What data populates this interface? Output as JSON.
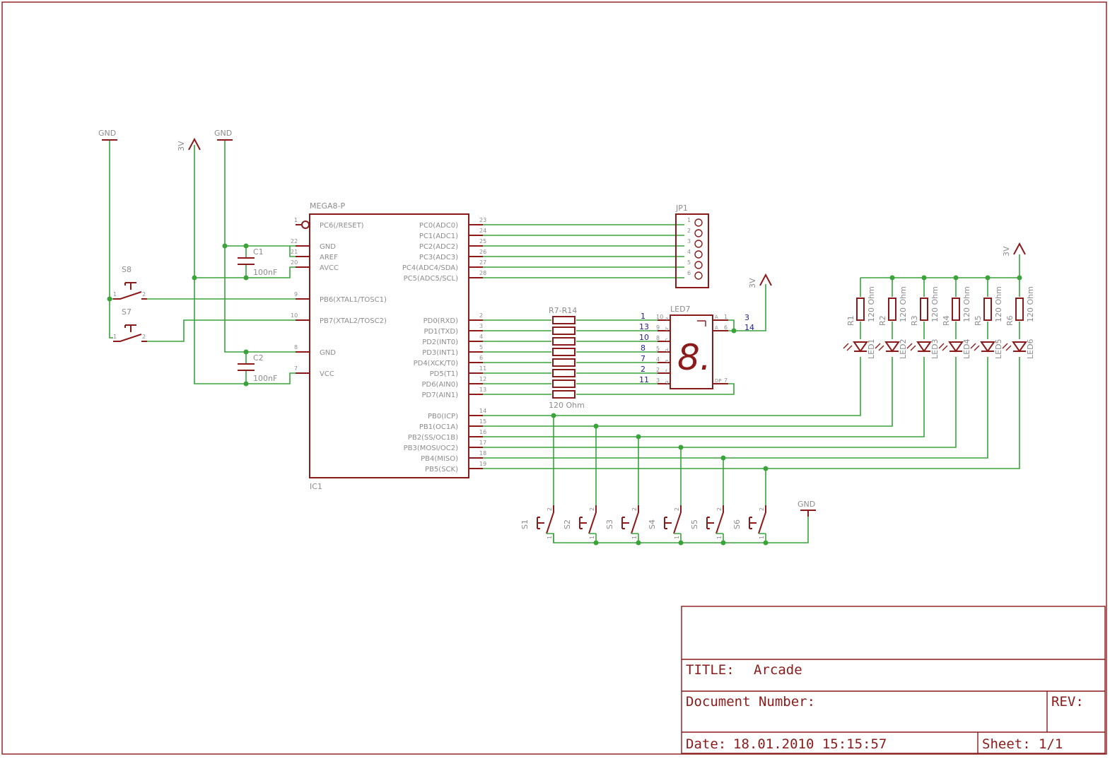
{
  "ic": {
    "name": "IC1",
    "value": "MEGA8-P"
  },
  "ic_left_pins": [
    {
      "num": "1",
      "name": "PC6(/RESET)"
    },
    {
      "num": "22",
      "name": "GND"
    },
    {
      "num": "21",
      "name": "AREF"
    },
    {
      "num": "20",
      "name": "AVCC"
    },
    {
      "num": "9",
      "name": "PB6(XTAL1/TOSC1)"
    },
    {
      "num": "10",
      "name": "PB7(XTAL2/TOSC2)"
    },
    {
      "num": "8",
      "name": "GND"
    },
    {
      "num": "7",
      "name": "VCC"
    }
  ],
  "ic_right_pins": [
    {
      "num": "23",
      "name": "PC0(ADC0)"
    },
    {
      "num": "24",
      "name": "PC1(ADC1)"
    },
    {
      "num": "25",
      "name": "PC2(ADC2)"
    },
    {
      "num": "26",
      "name": "PC3(ADC3)"
    },
    {
      "num": "27",
      "name": "PC4(ADC4/SDA)"
    },
    {
      "num": "28",
      "name": "PC5(ADC5/SCL)"
    },
    {
      "num": "2",
      "name": "PD0(RXD)"
    },
    {
      "num": "3",
      "name": "PD1(TXD)"
    },
    {
      "num": "4",
      "name": "PD2(INT0)"
    },
    {
      "num": "5",
      "name": "PD3(INT1)"
    },
    {
      "num": "6",
      "name": "PD4(XCK/T0)"
    },
    {
      "num": "11",
      "name": "PD5(T1)"
    },
    {
      "num": "12",
      "name": "PD6(AIN0)"
    },
    {
      "num": "13",
      "name": "PD7(AIN1)"
    },
    {
      "num": "14",
      "name": "PB0(ICP)"
    },
    {
      "num": "15",
      "name": "PB1(OC1A)"
    },
    {
      "num": "16",
      "name": "PB2(SS/OC1B)"
    },
    {
      "num": "17",
      "name": "PB3(MOSI/OC2)"
    },
    {
      "num": "18",
      "name": "PB4(MISO)"
    },
    {
      "num": "19",
      "name": "PB5(SCK)"
    }
  ],
  "supplies": {
    "gnd": "GND",
    "vcc": "3V"
  },
  "capacitors": [
    {
      "name": "C1",
      "value": "100nF"
    },
    {
      "name": "C2",
      "value": "100nF"
    }
  ],
  "switch_pins": {
    "p1": "1",
    "p2": "2"
  },
  "top_switches": [
    "S8",
    "S7"
  ],
  "bottom_switches": [
    "S1",
    "S2",
    "S3",
    "S4",
    "S5",
    "S6"
  ],
  "connector": {
    "name": "JP1",
    "pins": [
      "1",
      "2",
      "3",
      "4",
      "5",
      "6"
    ]
  },
  "resistor_array": {
    "name": "R7-R14",
    "value": "120 Ohm"
  },
  "seven_segment": {
    "name": "LED7",
    "digit": "8.",
    "left_pins": [
      {
        "pad": "1",
        "pin": "10",
        "seg": "a"
      },
      {
        "pad": "13",
        "pin": "9",
        "seg": "b"
      },
      {
        "pad": "10",
        "pin": "8",
        "seg": "c"
      },
      {
        "pad": "8",
        "pin": "5",
        "seg": "d"
      },
      {
        "pad": "7",
        "pin": "4",
        "seg": "e"
      },
      {
        "pad": "2",
        "pin": "2",
        "seg": "f"
      },
      {
        "pad": "11",
        "pin": "3",
        "seg": "g"
      }
    ],
    "right_pins": [
      {
        "pad": "3",
        "pin": "1",
        "seg": "A"
      },
      {
        "pad": "14",
        "pin": "6",
        "seg": "A"
      }
    ],
    "dp_label": "DP",
    "dp_pin": "7"
  },
  "led_resistors": [
    {
      "name": "R1",
      "value": "120 Ohm"
    },
    {
      "name": "R2",
      "value": "120 Ohm"
    },
    {
      "name": "R3",
      "value": "120 Ohm"
    },
    {
      "name": "R4",
      "value": "120 Ohm"
    },
    {
      "name": "R5",
      "value": "120 Ohm"
    },
    {
      "name": "R6",
      "value": "120 Ohm"
    }
  ],
  "leds": [
    "LED1",
    "LED2",
    "LED3",
    "LED4",
    "LED5",
    "LED6"
  ],
  "title_block": {
    "title_label": "TITLE:",
    "title": "Arcade",
    "document_label": "Document Number:",
    "rev_label": "REV:",
    "date_label": "Date:",
    "date": "18.01.2010 15:15:57",
    "sheet_label": "Sheet:",
    "sheet": "1/1"
  }
}
